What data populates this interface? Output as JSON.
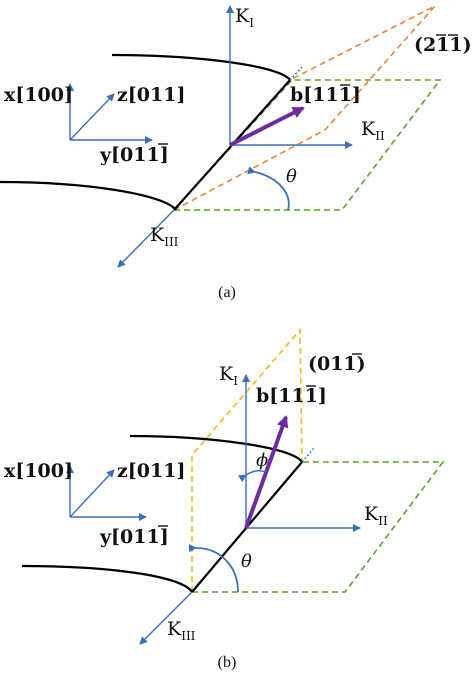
{
  "panel_a": {
    "axis_x": {
      "main": "x[100]",
      "bar_char": ""
    },
    "axis_z": {
      "main": "z[011]"
    },
    "axis_y": {
      "main": "y[011]",
      "bar_char": "1"
    },
    "k1": {
      "main": "K",
      "sub": "I"
    },
    "k2": {
      "main": "K",
      "sub": "II"
    },
    "k3": {
      "main": "K",
      "sub": "III"
    },
    "burgers": {
      "main": "b[111]"
    },
    "plane": {
      "main": "(211)"
    },
    "theta": "θ",
    "caption": "(a)"
  },
  "panel_b": {
    "axis_x": {
      "main": "x[100]"
    },
    "axis_z": {
      "main": "z[011]"
    },
    "axis_y": {
      "main": "y[011]"
    },
    "k1": {
      "main": "K",
      "sub": "I"
    },
    "k2": {
      "main": "K",
      "sub": "II"
    },
    "k3": {
      "main": "K",
      "sub": "III"
    },
    "burgers": {
      "main": "b[111]"
    },
    "plane": {
      "main": "(011)"
    },
    "phi": "ϕ",
    "theta": "θ",
    "caption": "(b)"
  },
  "colors": {
    "axis_blue": "#3b6fb6",
    "burgers_purple": "#6a2c9e",
    "plane_orange": "#e8843c",
    "plane_green": "#5aa02c",
    "plane_yellow": "#f2b824",
    "crack_black": "#000000"
  }
}
